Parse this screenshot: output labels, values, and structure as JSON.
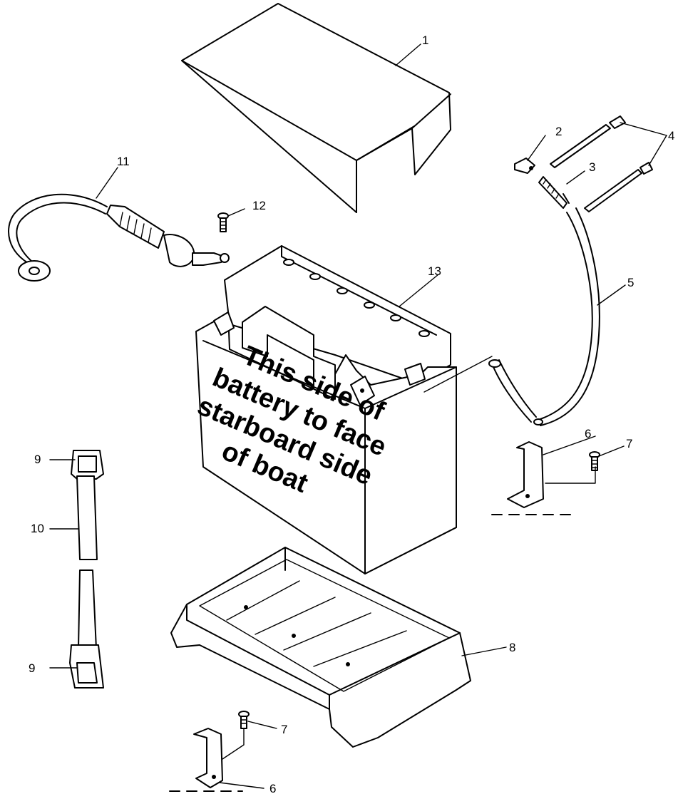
{
  "battery_label": [
    "This side of",
    "battery to face",
    "starboard side",
    "of boat"
  ],
  "callouts": {
    "c1": "1",
    "c2": "2",
    "c3": "3",
    "c4": "4",
    "c5": "5",
    "c6a": "6",
    "c6b": "6",
    "c7a": "7",
    "c7b": "7",
    "c8": "8",
    "c9a": "9",
    "c9b": "9",
    "c10": "10",
    "c11": "11",
    "c12": "12",
    "c13": "13"
  },
  "icons": {
    "cover": "battery-cover-icon",
    "battery": "battery-icon",
    "tray": "battery-tray-icon",
    "strap": "hold-down-strap-icon"
  }
}
